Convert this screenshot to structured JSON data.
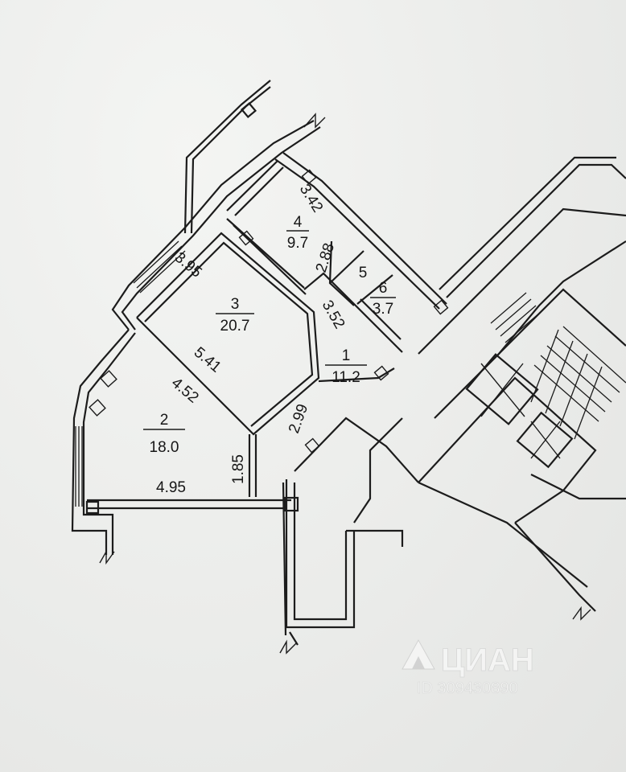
{
  "rooms": [
    {
      "id": "1",
      "number": "1",
      "area": "11.2"
    },
    {
      "id": "2",
      "number": "2",
      "area": "18.0"
    },
    {
      "id": "3",
      "number": "3",
      "area": "20.7"
    },
    {
      "id": "4",
      "number": "4",
      "area": "9.7"
    },
    {
      "id": "5",
      "number": "5",
      "area": ""
    },
    {
      "id": "6",
      "number": "6",
      "area": "3.7"
    }
  ],
  "dimensions": {
    "d342": "3.42",
    "d288": "2.88",
    "d395": "3.95",
    "d541": "5.41",
    "d452": "4.52",
    "d352": "3.52",
    "d299": "2.99",
    "d185": "1.85",
    "d495": "4.95"
  },
  "watermark": {
    "brand": "ЦИАН",
    "id_text": "ID 309430890"
  }
}
